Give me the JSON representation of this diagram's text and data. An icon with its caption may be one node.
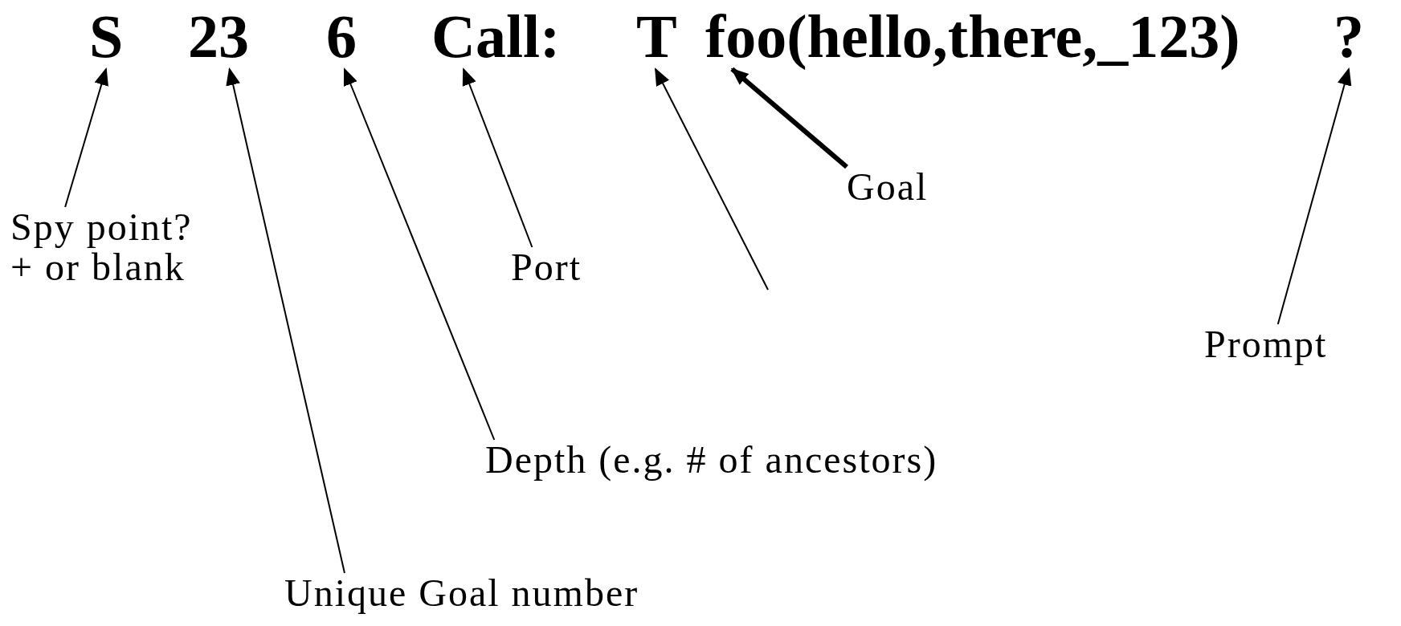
{
  "diagram": {
    "nodes": [
      {
        "text": [
          "S"
        ]
      },
      {
        "text": [
          "23"
        ]
      },
      {
        "text": [
          "6"
        ]
      },
      {
        "text": [
          "Call:"
        ]
      },
      {
        "text": [
          "T"
        ]
      },
      {
        "text": [
          "foo(hello,there,_123)"
        ]
      },
      {
        "text": [
          "?"
        ]
      },
      {
        "text": [
          "Spy point?",
          "+ or blank"
        ]
      },
      {
        "text": [
          "Unique Goal number"
        ]
      },
      {
        "text": [
          "Depth (e.g. # of ancestors)"
        ]
      },
      {
        "text": [
          "Port"
        ]
      },
      {
        "text": [
          "Goal"
        ]
      },
      {
        "text": [
          "Prompt"
        ]
      }
    ],
    "edges": [
      {
        "from": 7,
        "to": 0,
        "arrow": "to"
      },
      {
        "from": 8,
        "to": 1,
        "arrow": "to"
      },
      {
        "from": 9,
        "to": 2,
        "arrow": "to"
      },
      {
        "from": 10,
        "to": 3,
        "arrow": "to"
      },
      {
        "from": null,
        "to": 4,
        "arrow": "to"
      },
      {
        "from": 11,
        "to": 5,
        "arrow": "to",
        "style": "thick"
      },
      {
        "from": 12,
        "to": 6,
        "arrow": "to"
      }
    ]
  }
}
